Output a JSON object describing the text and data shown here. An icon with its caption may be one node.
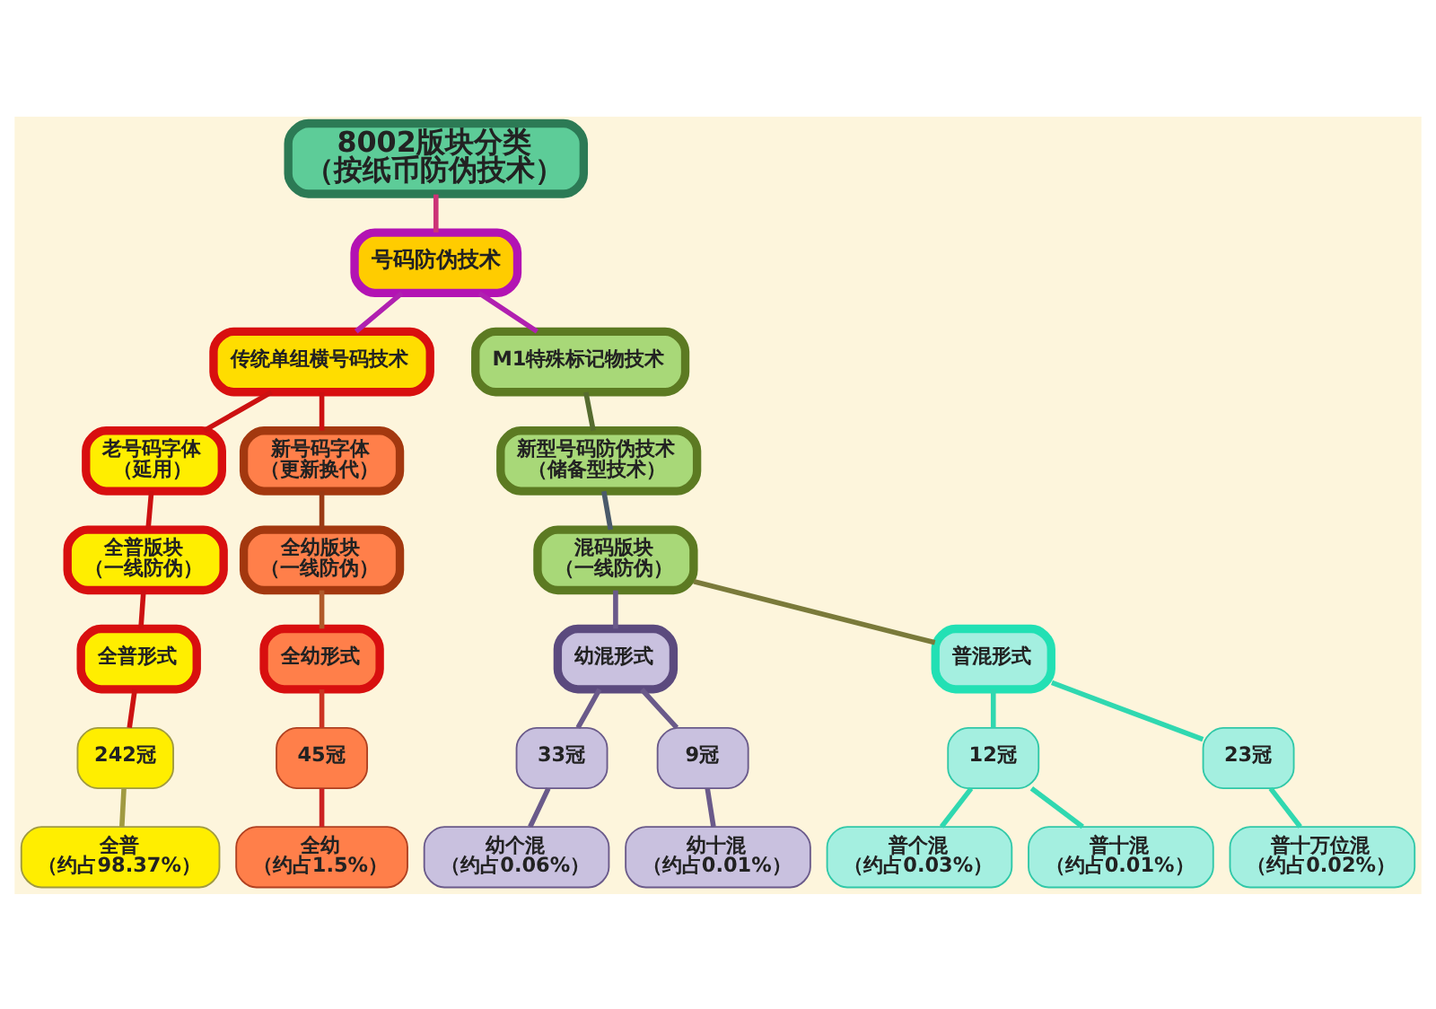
{
  "diagram": {
    "nodes": [
      {
        "text": [
          "8002版块分类",
          "（按纸币防伪技术）"
        ]
      },
      {
        "text": [
          "号码防伪技术"
        ]
      },
      {
        "text": [
          "传统单组横号码技术"
        ]
      },
      {
        "text": [
          "M1特殊标记物技术"
        ]
      },
      {
        "text": [
          "老号码字体",
          "（延用）"
        ]
      },
      {
        "text": [
          "新号码字体",
          "（更新换代）"
        ]
      },
      {
        "text": [
          "新型号码防伪技术",
          "（储备型技术）"
        ]
      },
      {
        "text": [
          "全普版块",
          "（一线防伪）"
        ]
      },
      {
        "text": [
          "全幼版块",
          "（一线防伪）"
        ]
      },
      {
        "text": [
          "混码版块",
          "（一线防伪）"
        ]
      },
      {
        "text": [
          "全普形式"
        ]
      },
      {
        "text": [
          "全幼形式"
        ]
      },
      {
        "text": [
          "幼混形式"
        ]
      },
      {
        "text": [
          "普混形式"
        ]
      },
      {
        "text": [
          "242冠"
        ]
      },
      {
        "text": [
          "45冠"
        ]
      },
      {
        "text": [
          "33冠"
        ]
      },
      {
        "text": [
          "9冠"
        ]
      },
      {
        "text": [
          "12冠"
        ]
      },
      {
        "text": [
          "23冠"
        ]
      },
      {
        "text": [
          "全普",
          "（约占98.37%）"
        ]
      },
      {
        "text": [
          "全幼",
          "（约占1.5%）"
        ]
      },
      {
        "text": [
          "幼个混",
          "（约占0.06%）"
        ]
      },
      {
        "text": [
          "幼十混",
          "（约占0.01%）"
        ]
      },
      {
        "text": [
          "普个混",
          "（约占0.03%）"
        ]
      },
      {
        "text": [
          "普十混",
          "（约占0.01%）"
        ]
      },
      {
        "text": [
          "普十万位混",
          "（约占0.02%）"
        ]
      }
    ],
    "edges": [
      {
        "from": 0,
        "to": 1,
        "arrow": "none",
        "color": "#cc3377"
      },
      {
        "from": 1,
        "to": 2,
        "arrow": "none",
        "color": "#b020b0"
      },
      {
        "from": 1,
        "to": 3,
        "arrow": "none",
        "color": "#b020b0"
      },
      {
        "from": 2,
        "to": 4,
        "arrow": "none",
        "color": "#cc1111"
      },
      {
        "from": 2,
        "to": 5,
        "arrow": "none",
        "color": "#cc1111"
      },
      {
        "from": 3,
        "to": 6,
        "arrow": "none",
        "color": "#556b2f"
      },
      {
        "from": 4,
        "to": 7,
        "arrow": "none",
        "color": "#cc1111"
      },
      {
        "from": 5,
        "to": 8,
        "arrow": "none",
        "color": "#9a3a14"
      },
      {
        "from": 6,
        "to": 9,
        "arrow": "none",
        "color": "#4a5a6a"
      },
      {
        "from": 7,
        "to": 10,
        "arrow": "none",
        "color": "#cc1111"
      },
      {
        "from": 8,
        "to": 11,
        "arrow": "none",
        "color": "#b05a2a"
      },
      {
        "from": 9,
        "to": 12,
        "arrow": "none",
        "color": "#6a5a8a"
      },
      {
        "from": 9,
        "to": 13,
        "arrow": "none",
        "color": "#7a7a3a"
      },
      {
        "from": 10,
        "to": 14,
        "arrow": "none",
        "color": "#cc1111"
      },
      {
        "from": 11,
        "to": 15,
        "arrow": "none",
        "color": "#cc3322"
      },
      {
        "from": 12,
        "to": 16,
        "arrow": "none",
        "color": "#6a5a8a"
      },
      {
        "from": 12,
        "to": 17,
        "arrow": "none",
        "color": "#6a5a8a"
      },
      {
        "from": 13,
        "to": 18,
        "arrow": "none",
        "color": "#30d8b0"
      },
      {
        "from": 13,
        "to": 19,
        "arrow": "none",
        "color": "#30d8b0"
      },
      {
        "from": 14,
        "to": 20,
        "arrow": "none",
        "color": "#a09a40"
      },
      {
        "from": 15,
        "to": 21,
        "arrow": "none",
        "color": "#cc2222"
      },
      {
        "from": 16,
        "to": 22,
        "arrow": "none",
        "color": "#6a5a8a"
      },
      {
        "from": 17,
        "to": 23,
        "arrow": "none",
        "color": "#6a5a8a"
      },
      {
        "from": 18,
        "to": 24,
        "arrow": "none",
        "color": "#30d8b0"
      },
      {
        "from": 18,
        "to": 25,
        "arrow": "none",
        "color": "#30d8b0"
      },
      {
        "from": 19,
        "to": 26,
        "arrow": "none",
        "color": "#30d8b0"
      }
    ]
  }
}
